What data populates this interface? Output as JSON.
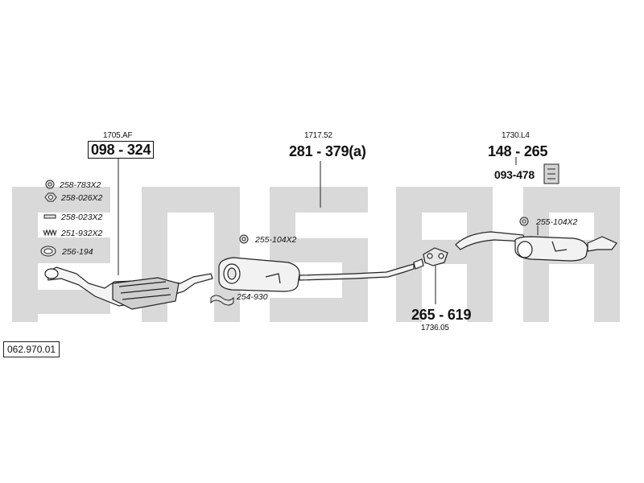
{
  "diagram": {
    "reference_code": "062.970.01",
    "watermark_color": "#d9d9d9",
    "line_color": "#222222",
    "groups": [
      {
        "sub": "1705.AF",
        "number": "098 - 324",
        "boxed": true
      },
      {
        "sub": "1717.52",
        "number": "281 - 379(a)",
        "boxed": false
      },
      {
        "sub": "1730.L4",
        "number": "148 - 265",
        "boxed": false
      },
      {
        "sub": "1736.05",
        "number": "265 - 619",
        "boxed": false
      }
    ],
    "extra_number": "093-478",
    "parts": [
      {
        "label": "258-783X2"
      },
      {
        "label": "258-026X2"
      },
      {
        "label": "258-023X2"
      },
      {
        "label": "251-932X2"
      },
      {
        "label": "256-194"
      },
      {
        "label": "255-104X2"
      },
      {
        "label": "254-930"
      },
      {
        "label": "255-104X2"
      }
    ]
  }
}
